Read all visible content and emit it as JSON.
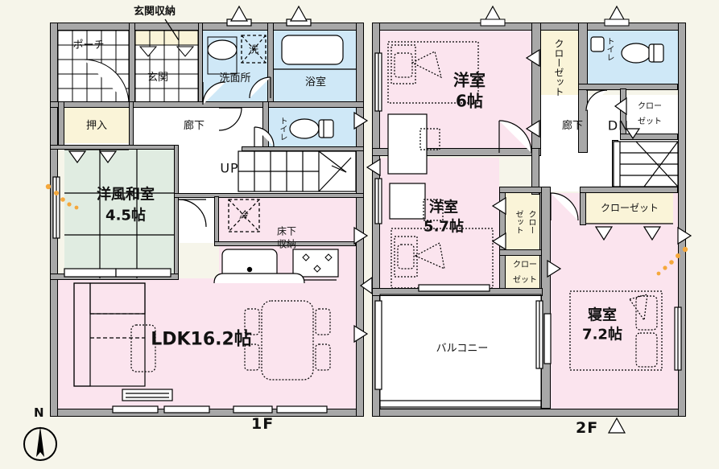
{
  "meta": {
    "document_type": "residential-floor-plan",
    "floors": [
      "1F",
      "2F"
    ],
    "compass_label": "N",
    "background_color": "#f6f5ea",
    "wall_color": "#a8a8a8",
    "colors": {
      "living_pink": "#fbe4ee",
      "tatami_green": "#e0ece1",
      "water_blue": "#cfe8f7",
      "closet_cream": "#faf4d8",
      "outline": "#000000",
      "accent_dots": "#f5a83c"
    }
  },
  "floor1": {
    "label": "1F",
    "callouts": [
      {
        "id": "genkan-shuno",
        "text": "玄関収納"
      }
    ],
    "rooms": [
      {
        "id": "porch",
        "name": "ポーチ",
        "fill": "white"
      },
      {
        "id": "genkan",
        "name": "玄関",
        "fill": "white"
      },
      {
        "id": "senmenjo",
        "name": "洗面所",
        "fill": "blue"
      },
      {
        "id": "sen",
        "name": "洗",
        "fill": "blue"
      },
      {
        "id": "yokushitsu",
        "name": "浴室",
        "fill": "blue"
      },
      {
        "id": "toilet",
        "name": "トイレ",
        "fill": "blue"
      },
      {
        "id": "rouka",
        "name": "廊下",
        "fill": "white"
      },
      {
        "id": "oshiire",
        "name": "押入",
        "fill": "cream"
      },
      {
        "id": "washitsu",
        "name": "洋風和室",
        "area": "4.5帖",
        "fill": "green"
      },
      {
        "id": "up",
        "name": "UP",
        "fill": "white"
      },
      {
        "id": "rei",
        "name": "冷",
        "fill": "pink"
      },
      {
        "id": "yukashita",
        "name": "床下収納",
        "name_l1": "床下",
        "name_l2": "収納",
        "fill": "pink"
      },
      {
        "id": "ldk",
        "name": "LDK16.2帖",
        "fill": "pink"
      }
    ]
  },
  "floor2": {
    "label": "2F",
    "rooms": [
      {
        "id": "yoshitsu6",
        "name": "洋室",
        "area": "6帖",
        "fill": "pink"
      },
      {
        "id": "closet-left",
        "name": "クローゼット",
        "vertical": true,
        "fill": "cream"
      },
      {
        "id": "toilet2",
        "name": "トイレ",
        "vertical": true,
        "fill": "blue"
      },
      {
        "id": "closet-tr",
        "name_l1": "クロー",
        "name_l2": "ゼット",
        "fill": "cream"
      },
      {
        "id": "rouka2",
        "name": "廊下",
        "fill": "white"
      },
      {
        "id": "dn",
        "name": "DN",
        "fill": "white"
      },
      {
        "id": "yoshitsu57",
        "name": "洋室",
        "area": "5.7帖",
        "fill": "pink"
      },
      {
        "id": "closet-mid",
        "name_l1": "クロー",
        "name_l2": "ゼット",
        "fill": "cream"
      },
      {
        "id": "closet-mid2",
        "name_l1": "クロー",
        "name_l2": "ゼット",
        "fill": "cream"
      },
      {
        "id": "closet-right",
        "name": "クローゼット",
        "fill": "cream"
      },
      {
        "id": "shinshitsu",
        "name": "寝室",
        "area": "7.2帖",
        "fill": "pink"
      },
      {
        "id": "balcony",
        "name": "バルコニー",
        "fill": "white"
      }
    ]
  }
}
